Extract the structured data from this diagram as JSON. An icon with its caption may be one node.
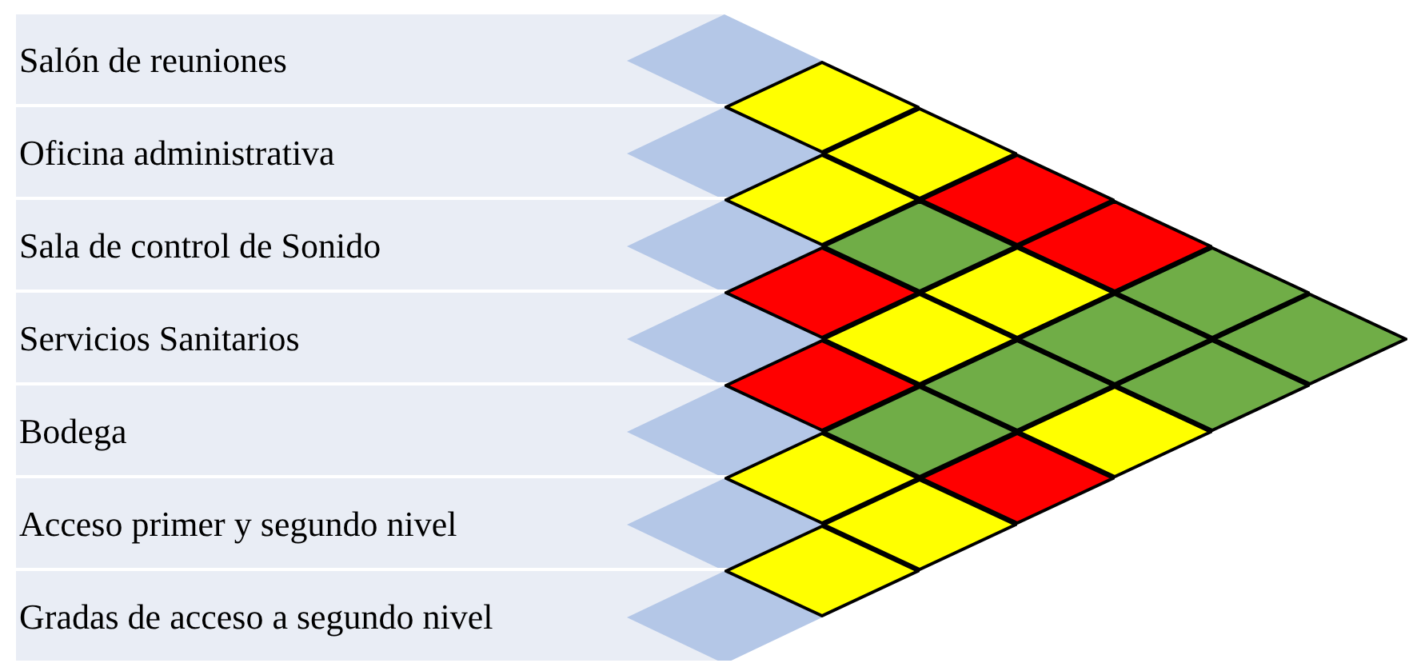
{
  "diagram": {
    "nodes": [
      {
        "text": [
          "Salón de reuniones"
        ]
      },
      {
        "text": [
          "Oficina administrativa"
        ]
      },
      {
        "text": [
          "Sala de control de Sonido"
        ]
      },
      {
        "text": [
          "Servicios Sanitarios"
        ]
      },
      {
        "text": [
          "Bodega"
        ]
      },
      {
        "text": [
          "Acceso primer y segundo nivel"
        ]
      },
      {
        "text": [
          "Gradas de acceso a segundo nivel"
        ]
      },
      {
        "text": [],
        "shape": "diamond"
      },
      {
        "text": [],
        "shape": "diamond"
      },
      {
        "text": [],
        "shape": "diamond"
      },
      {
        "text": [],
        "shape": "diamond"
      },
      {
        "text": [],
        "shape": "diamond"
      },
      {
        "text": [],
        "shape": "diamond"
      },
      {
        "text": [],
        "shape": "diamond"
      },
      {
        "text": [],
        "shape": "diamond"
      },
      {
        "text": [],
        "shape": "diamond"
      },
      {
        "text": [],
        "shape": "diamond"
      },
      {
        "text": [],
        "shape": "diamond"
      },
      {
        "text": [],
        "shape": "diamond"
      },
      {
        "text": [],
        "shape": "diamond"
      },
      {
        "text": [],
        "shape": "diamond"
      },
      {
        "text": [],
        "shape": "diamond"
      },
      {
        "text": [],
        "shape": "diamond"
      },
      {
        "text": [],
        "shape": "diamond"
      },
      {
        "text": [],
        "shape": "diamond"
      },
      {
        "text": [],
        "shape": "diamond"
      },
      {
        "text": [],
        "shape": "diamond"
      },
      {
        "text": [],
        "shape": "diamond"
      }
    ]
  }
}
